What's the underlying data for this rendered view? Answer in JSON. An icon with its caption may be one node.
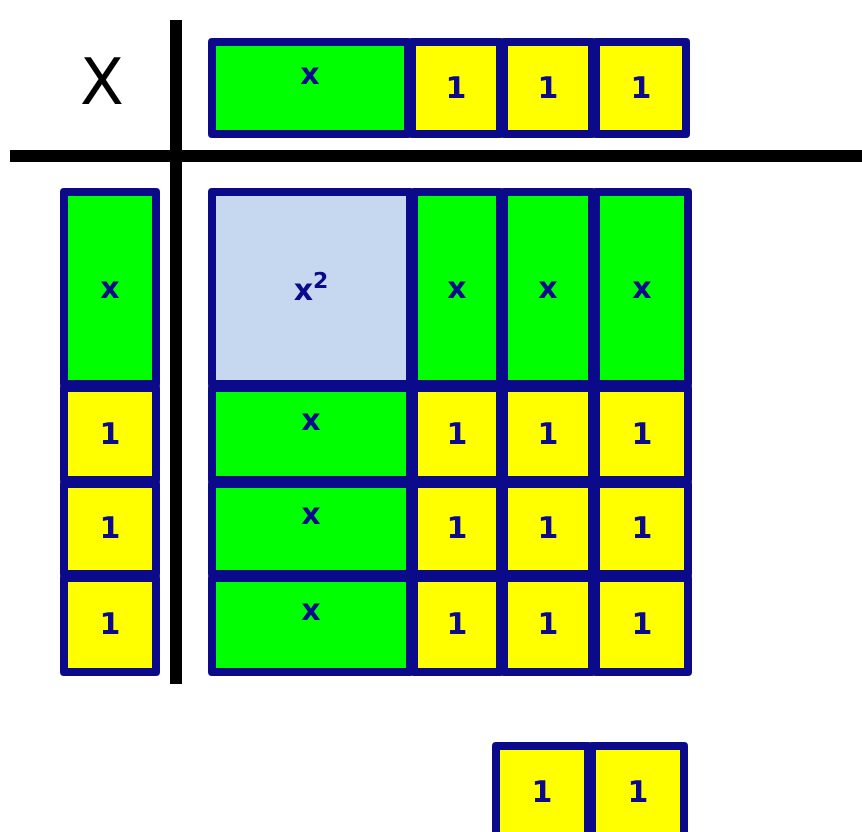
{
  "diagram": {
    "nodes": [
      {
        "text": [
          "x"
        ]
      },
      {
        "text": [
          "1"
        ]
      },
      {
        "text": [
          "1"
        ]
      },
      {
        "text": [
          "1"
        ]
      },
      {
        "text": [
          "x"
        ]
      },
      {
        "text": [
          "x$^{2}$"
        ]
      },
      {
        "text": [
          "x"
        ]
      },
      {
        "text": [
          "x"
        ]
      },
      {
        "text": [
          "x"
        ]
      },
      {
        "text": [
          "1"
        ]
      },
      {
        "text": [
          "x"
        ]
      },
      {
        "text": [
          "1"
        ]
      },
      {
        "text": [
          "1"
        ]
      },
      {
        "text": [
          "1"
        ]
      },
      {
        "text": [
          "1"
        ]
      },
      {
        "text": [
          "x"
        ]
      },
      {
        "text": [
          "1"
        ]
      },
      {
        "text": [
          "1"
        ]
      },
      {
        "text": [
          "1"
        ]
      },
      {
        "text": [
          "1"
        ]
      },
      {
        "text": [
          "x"
        ]
      },
      {
        "text": [
          "1"
        ]
      },
      {
        "text": [
          "1"
        ]
      },
      {
        "text": [
          "1"
        ]
      },
      {
        "text": [
          "1"
        ]
      },
      {
        "text": [
          "1"
        ]
      }
    ],
    "labels": [
      "X"
    ]
  }
}
